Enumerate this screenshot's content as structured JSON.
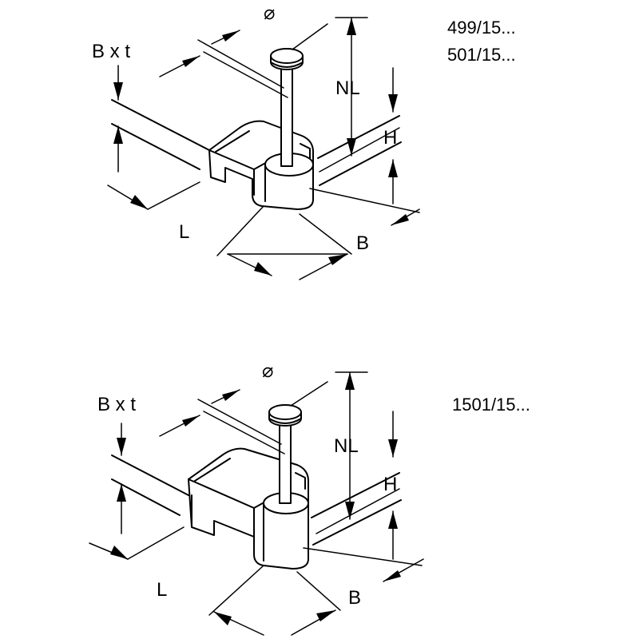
{
  "figures": [
    {
      "codes": [
        "499/15...",
        "501/15..."
      ],
      "labels": {
        "diameter": "⌀",
        "cable_size": "B x t",
        "nail_length": "NL",
        "height": "H",
        "length": "L",
        "width": "B"
      }
    },
    {
      "codes": [
        "1501/15..."
      ],
      "labels": {
        "diameter": "⌀",
        "cable_size": "B x t",
        "nail_length": "NL",
        "height": "H",
        "length": "L",
        "width": "B"
      }
    }
  ]
}
